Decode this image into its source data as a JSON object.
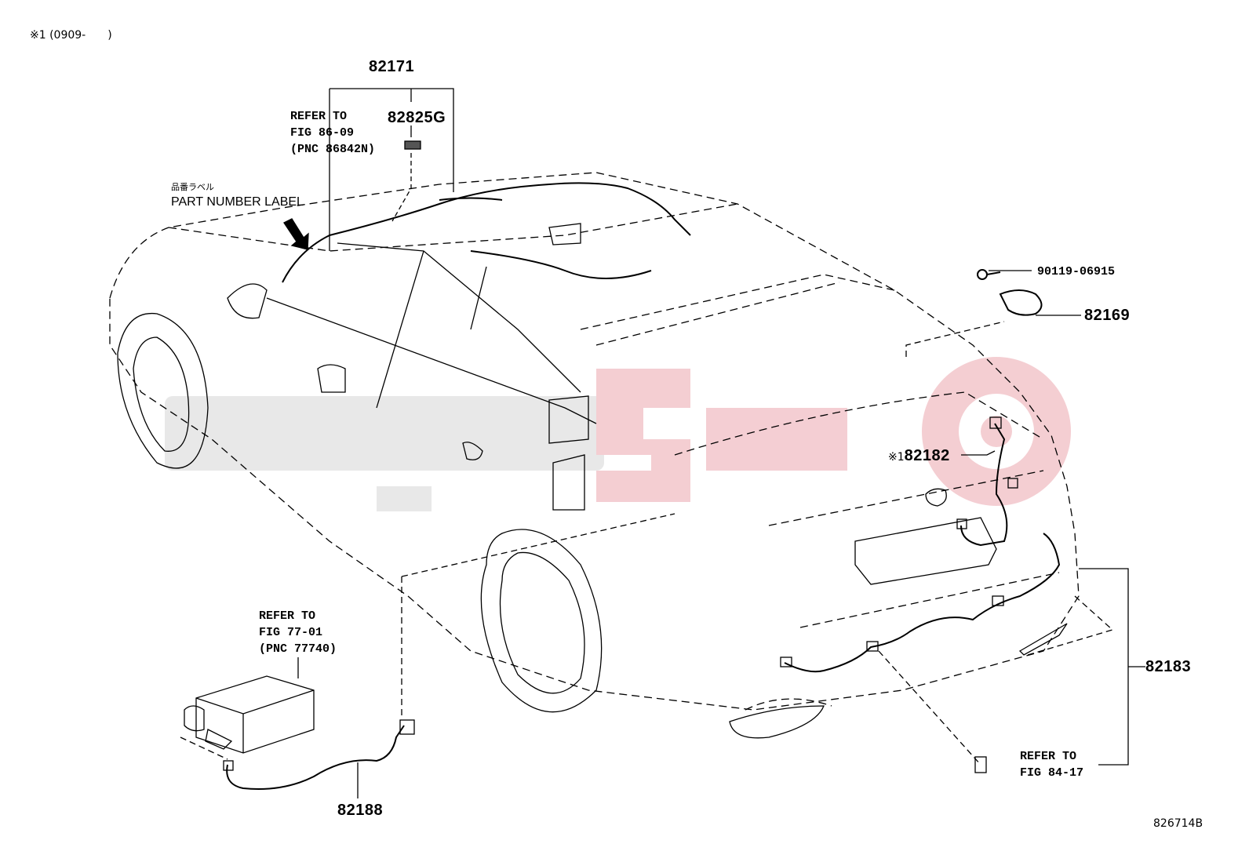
{
  "header": {
    "variant_note": "※1 (0909-　　)"
  },
  "watermark": {
    "color": "#f2c7cc",
    "grey": "#e3e3e3"
  },
  "callouts": {
    "p82171": "82171",
    "p82825G": "82825G",
    "p90119": "90119-06915",
    "p82169": "82169",
    "p82182_mark": "※1",
    "p82182": "82182",
    "p82183": "82183",
    "p82188": "82188"
  },
  "refers": {
    "fig8609": [
      "REFER TO",
      "FIG 86-09",
      "(PNC 86842N)"
    ],
    "fig7701": [
      "REFER TO",
      "FIG 77-01",
      "(PNC 77740)"
    ],
    "fig8417": [
      "REFER TO",
      "FIG 84-17"
    ]
  },
  "part_label": {
    "jp": "品番ラベル",
    "en": "PART NUMBER LABEL"
  },
  "footer": {
    "code": "826714B"
  }
}
